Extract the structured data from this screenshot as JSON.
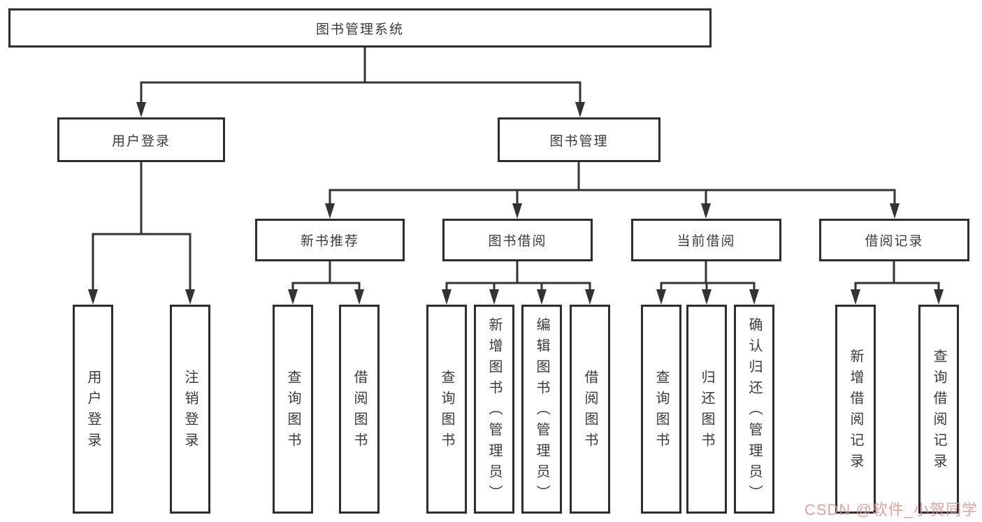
{
  "diagram": {
    "root": {
      "label": "图书管理系统"
    },
    "level2": {
      "user_login": {
        "label": "用户登录"
      },
      "book_mgmt": {
        "label": "图书管理"
      }
    },
    "level3": {
      "new_book": {
        "label": "新书推荐"
      },
      "book_borrow": {
        "label": "图书借阅"
      },
      "current_borrow": {
        "label": "当前借阅"
      },
      "borrow_record": {
        "label": "借阅记录"
      }
    },
    "leaves": {
      "user_login": "用户登录",
      "logout": "注销登录",
      "nb_query": "查询图书",
      "nb_borrow": "借阅图书",
      "bb_query": "查询图书",
      "bb_add": "新增图书（管理员）",
      "bb_edit": "编辑图书（管理员）",
      "bb_borrow": "借阅图书",
      "cb_query": "查询图书",
      "cb_return": "归还图书",
      "cb_confirm": "确认归还（管理员）",
      "br_add": "新增借阅记录",
      "br_query": "查询借阅记录"
    },
    "line_color": "#333333",
    "border_color": "#2d2d2d",
    "text_color": "#3b3b3b"
  },
  "watermark": {
    "text": "CSDN @软件_小贺同学",
    "color": "#e08f8f"
  }
}
